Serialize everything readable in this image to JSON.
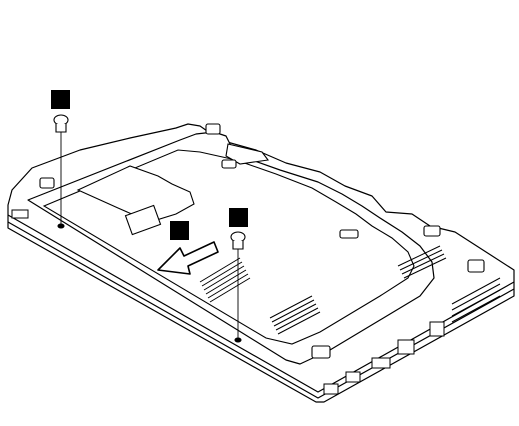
{
  "figure": {
    "kind": "laptop-bottom-cover-removal-illustration",
    "step_markers": [
      {
        "id": "marker-1",
        "shape": "filled-square"
      },
      {
        "id": "marker-2",
        "shape": "filled-square"
      },
      {
        "id": "marker-3",
        "shape": "filled-square"
      }
    ],
    "screws": [
      {
        "id": "screw-left"
      },
      {
        "id": "screw-right"
      }
    ],
    "arrow": {
      "direction": "left-down",
      "meaning": "slide-cover-out"
    },
    "colors": {
      "line": "#000000",
      "fill": "#ffffff",
      "marker": "#000000"
    }
  }
}
